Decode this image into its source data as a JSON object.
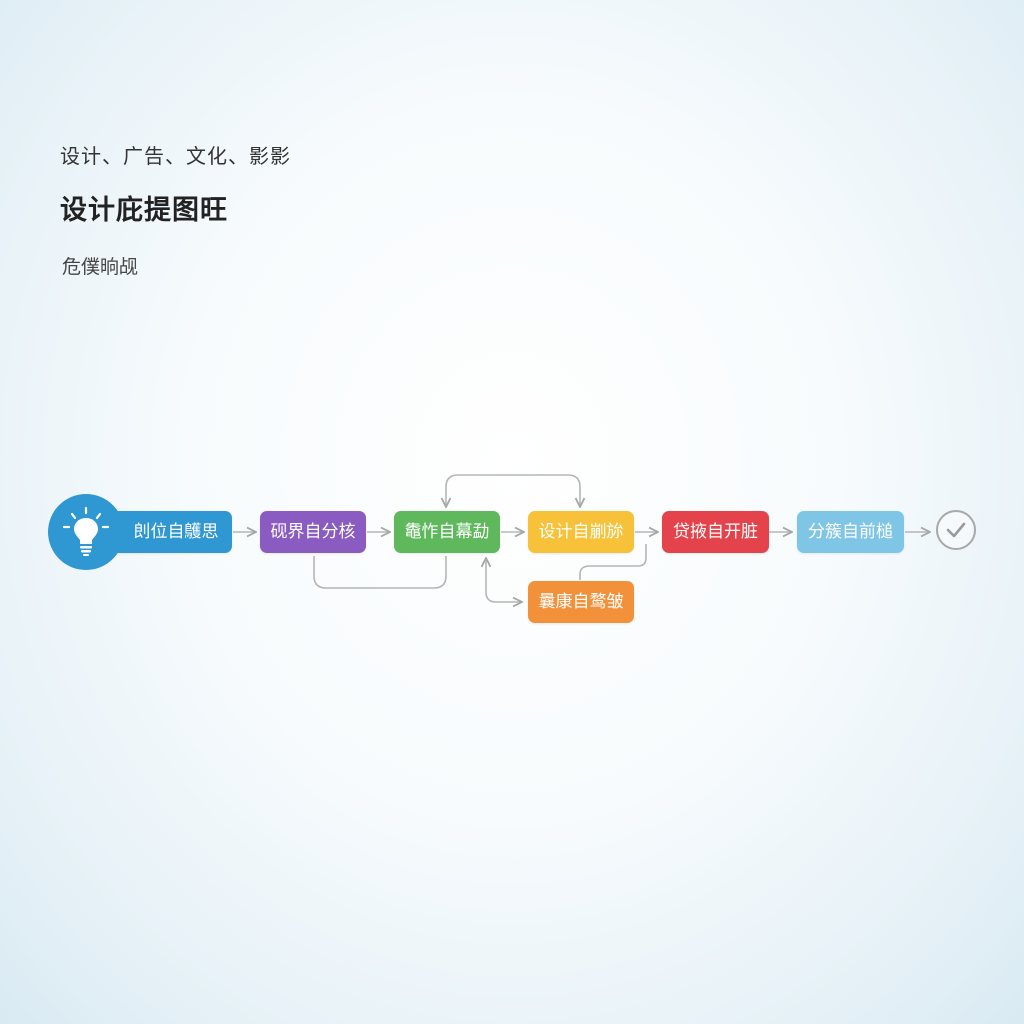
{
  "header": {
    "category": "设计、广告、文化、影影",
    "title": "设计庇提图旺",
    "subtitle": "危僕晌觇"
  },
  "flow": {
    "start_icon": "lightbulb-icon",
    "end_icon": "check-circle-icon",
    "nodes": [
      {
        "id": "n1",
        "label": "剆位自鸌思",
        "color": "#2f97d1"
      },
      {
        "id": "n2",
        "label": "砚界自分核",
        "color": "#8a5cc2"
      },
      {
        "id": "n3",
        "label": "鼄怍自幕勐",
        "color": "#5fb85c"
      },
      {
        "id": "n4",
        "label": "设计自剻旀",
        "color": "#f7c23a"
      },
      {
        "id": "n5",
        "label": "贷掖自开脏",
        "color": "#e5434b"
      },
      {
        "id": "n6",
        "label": "分簇自前槌",
        "color": "#7fc6e6"
      },
      {
        "id": "n7",
        "label": "曩康自鹜皱",
        "color": "#f2913a"
      }
    ]
  }
}
